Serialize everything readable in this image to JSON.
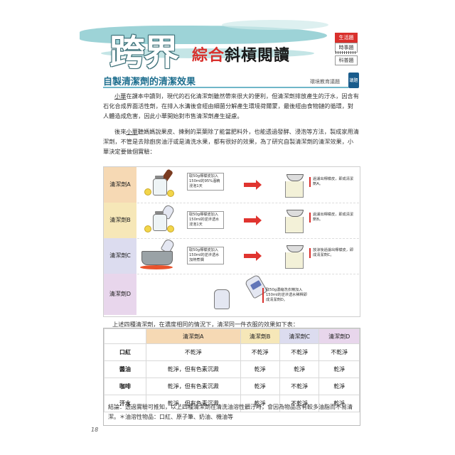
{
  "banner": {
    "big_title": "跨界",
    "sub_title_red": "綜合",
    "sub_title_rest": "斜槓閱讀",
    "tags": [
      "生活題",
      "時事題",
      "科普題"
    ]
  },
  "section": {
    "title": "自製清潔劑的清潔效果",
    "topic_icon": "議題",
    "topic_label": "環境教育議題"
  },
  "paragraphs": [
    {
      "pre": "",
      "underlined": "小華",
      "post": "在課本中讀到，現代的石化清潔劑雖然帶來很大的便利，但清潔劑排放產生的汙水，因含有石化合成界面活性劑，在排入水溝後會經由細菌分解產生環境荷爾蒙，最後經由食物鏈的循環，對人體造成危害，因此小華開始對市售清潔劑產生疑慮。"
    },
    {
      "pre": "後來",
      "underlined": "小華",
      "post": "聽媽媽說果皮、揀剩的菜葉除了能當肥料外，也能透過發酵、浸泡等方法，製成家用清潔劑，不管是去除廚房油汙或是清洗水果，都有很好的效果，為了研究自製清潔劑的清潔效果，小華決定要做個實驗："
    }
  ],
  "experiment": {
    "rows": [
      {
        "label": "清潔劑A",
        "note": "取50g檸檬皮加入150ml的95%酒精浸泡1天",
        "result": "過濾出檸檬皮，即成清潔劑A。"
      },
      {
        "label": "清潔劑B",
        "note": "取50g檸檬皮加入150ml的逆滲透水浸泡1天",
        "result": "過濾出檸檬皮，即成清潔劑B。"
      },
      {
        "label": "清潔劑C",
        "note": "取50g檸檬皮加入150ml的逆滲透水加熱煮爛",
        "result": "放涼後過濾出檸檬皮，即成清潔劑C。"
      },
      {
        "label": "清潔劑D",
        "note": "取50g濃縮洗衣精加入150ml的逆滲透水稀釋即成清潔劑D。",
        "result": ""
      }
    ]
  },
  "results": {
    "intro": "上述四種清潔劑，在濃度相同的情況下，清潔同一件衣服的效果如下表：",
    "headers": [
      "",
      "清潔劑A",
      "清潔劑B",
      "清潔劑C",
      "清潔劑D"
    ],
    "rows": [
      [
        "口紅",
        "不乾淨",
        "不乾淨",
        "不乾淨",
        "不乾淨"
      ],
      [
        "醬油",
        "乾淨，但有色素沉澱",
        "乾淨",
        "乾淨",
        "乾淨"
      ],
      [
        "咖啡",
        "乾淨，但有色素沉澱",
        "乾淨",
        "不乾淨",
        "乾淨"
      ],
      [
        "汗水",
        "乾淨，但有色素沉澱",
        "乾淨",
        "不乾淨",
        "乾淨"
      ]
    ],
    "conclusion": "結論：透過實驗可推知，以上四種清潔劑在清洗油溶性髒汙時，會因為物品含有較多油脂而不易清潔。＊油溶性物品：口紅、原子筆、奶油、機油等"
  },
  "page_number": "18"
}
